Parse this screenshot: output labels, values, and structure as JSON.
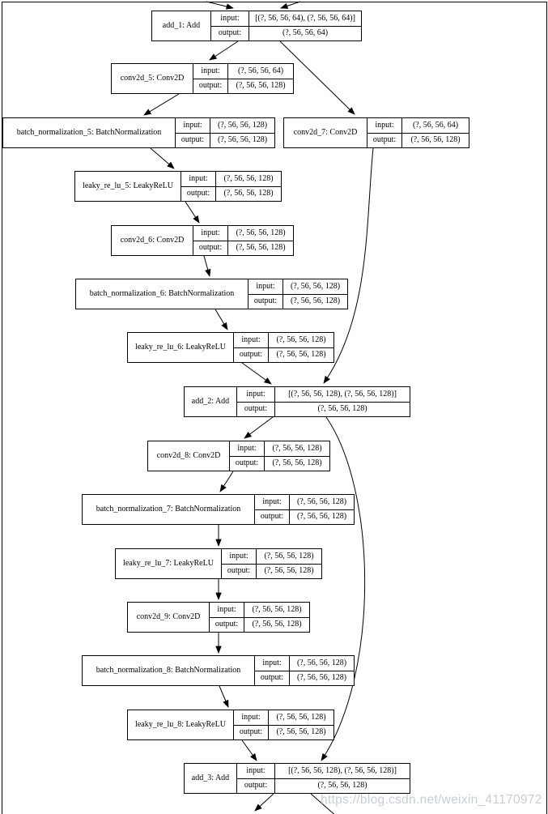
{
  "diagram": {
    "io_labels": {
      "input": "input:",
      "output": "output:"
    },
    "nodes": [
      {
        "name": "add_1",
        "type": "Add",
        "label": "add_1: Add",
        "input_shape": "[(?, 56, 56, 64), (?, 56, 56, 64)]",
        "output_shape": "(?, 56, 56, 64)"
      },
      {
        "name": "conv2d_5",
        "type": "Conv2D",
        "label": "conv2d_5: Conv2D",
        "input_shape": "(?, 56, 56, 64)",
        "output_shape": "(?, 56, 56, 128)"
      },
      {
        "name": "batch_normalization_5",
        "type": "BatchNormalization",
        "label": "batch_normalization_5: BatchNormalization",
        "input_shape": "(?, 56, 56, 128)",
        "output_shape": "(?, 56, 56, 128)"
      },
      {
        "name": "conv2d_7",
        "type": "Conv2D",
        "label": "conv2d_7: Conv2D",
        "input_shape": "(?, 56, 56, 64)",
        "output_shape": "(?, 56, 56, 128)"
      },
      {
        "name": "leaky_re_lu_5",
        "type": "LeakyReLU",
        "label": "leaky_re_lu_5: LeakyReLU",
        "input_shape": "(?, 56, 56, 128)",
        "output_shape": "(?, 56, 56, 128)"
      },
      {
        "name": "conv2d_6",
        "type": "Conv2D",
        "label": "conv2d_6: Conv2D",
        "input_shape": "(?, 56, 56, 128)",
        "output_shape": "(?, 56, 56, 128)"
      },
      {
        "name": "batch_normalization_6",
        "type": "BatchNormalization",
        "label": "batch_normalization_6: BatchNormalization",
        "input_shape": "(?, 56, 56, 128)",
        "output_shape": "(?, 56, 56, 128)"
      },
      {
        "name": "leaky_re_lu_6",
        "type": "LeakyReLU",
        "label": "leaky_re_lu_6: LeakyReLU",
        "input_shape": "(?, 56, 56, 128)",
        "output_shape": "(?, 56, 56, 128)"
      },
      {
        "name": "add_2",
        "type": "Add",
        "label": "add_2: Add",
        "input_shape": "[(?, 56, 56, 128), (?, 56, 56, 128)]",
        "output_shape": "(?, 56, 56, 128)"
      },
      {
        "name": "conv2d_8",
        "type": "Conv2D",
        "label": "conv2d_8: Conv2D",
        "input_shape": "(?, 56, 56, 128)",
        "output_shape": "(?, 56, 56, 128)"
      },
      {
        "name": "batch_normalization_7",
        "type": "BatchNormalization",
        "label": "batch_normalization_7: BatchNormalization",
        "input_shape": "(?, 56, 56, 128)",
        "output_shape": "(?, 56, 56, 128)"
      },
      {
        "name": "leaky_re_lu_7",
        "type": "LeakyReLU",
        "label": "leaky_re_lu_7: LeakyReLU",
        "input_shape": "(?, 56, 56, 128)",
        "output_shape": "(?, 56, 56, 128)"
      },
      {
        "name": "conv2d_9",
        "type": "Conv2D",
        "label": "conv2d_9: Conv2D",
        "input_shape": "(?, 56, 56, 128)",
        "output_shape": "(?, 56, 56, 128)"
      },
      {
        "name": "batch_normalization_8",
        "type": "BatchNormalization",
        "label": "batch_normalization_8: BatchNormalization",
        "input_shape": "(?, 56, 56, 128)",
        "output_shape": "(?, 56, 56, 128)"
      },
      {
        "name": "leaky_re_lu_8",
        "type": "LeakyReLU",
        "label": "leaky_re_lu_8: LeakyReLU",
        "input_shape": "(?, 56, 56, 128)",
        "output_shape": "(?, 56, 56, 128)"
      },
      {
        "name": "add_3",
        "type": "Add",
        "label": "add_3: Add",
        "input_shape": "[(?, 56, 56, 128), (?, 56, 56, 128)]",
        "output_shape": "(?, 56, 56, 128)"
      }
    ],
    "edges": [
      {
        "from": "(above)",
        "to": "add_1"
      },
      {
        "from": "(above)",
        "to": "add_1"
      },
      {
        "from": "add_1",
        "to": "conv2d_5"
      },
      {
        "from": "add_1",
        "to": "conv2d_7"
      },
      {
        "from": "conv2d_5",
        "to": "batch_normalization_5"
      },
      {
        "from": "batch_normalization_5",
        "to": "leaky_re_lu_5"
      },
      {
        "from": "leaky_re_lu_5",
        "to": "conv2d_6"
      },
      {
        "from": "conv2d_6",
        "to": "batch_normalization_6"
      },
      {
        "from": "batch_normalization_6",
        "to": "leaky_re_lu_6"
      },
      {
        "from": "leaky_re_lu_6",
        "to": "add_2"
      },
      {
        "from": "conv2d_7",
        "to": "add_2"
      },
      {
        "from": "add_2",
        "to": "conv2d_8"
      },
      {
        "from": "add_2",
        "to": "add_3"
      },
      {
        "from": "conv2d_8",
        "to": "batch_normalization_7"
      },
      {
        "from": "batch_normalization_7",
        "to": "leaky_re_lu_7"
      },
      {
        "from": "leaky_re_lu_7",
        "to": "conv2d_9"
      },
      {
        "from": "conv2d_9",
        "to": "batch_normalization_8"
      },
      {
        "from": "batch_normalization_8",
        "to": "leaky_re_lu_8"
      },
      {
        "from": "leaky_re_lu_8",
        "to": "add_3"
      },
      {
        "from": "add_3",
        "to": "(below)"
      },
      {
        "from": "add_3",
        "to": "(below)"
      }
    ],
    "watermark": "https://blog.csdn.net/weixin_41170972",
    "colors": {
      "background": "#ffffff",
      "node_border": "#000000",
      "edge": "#000000",
      "watermark_text": "#c9ced4"
    }
  }
}
